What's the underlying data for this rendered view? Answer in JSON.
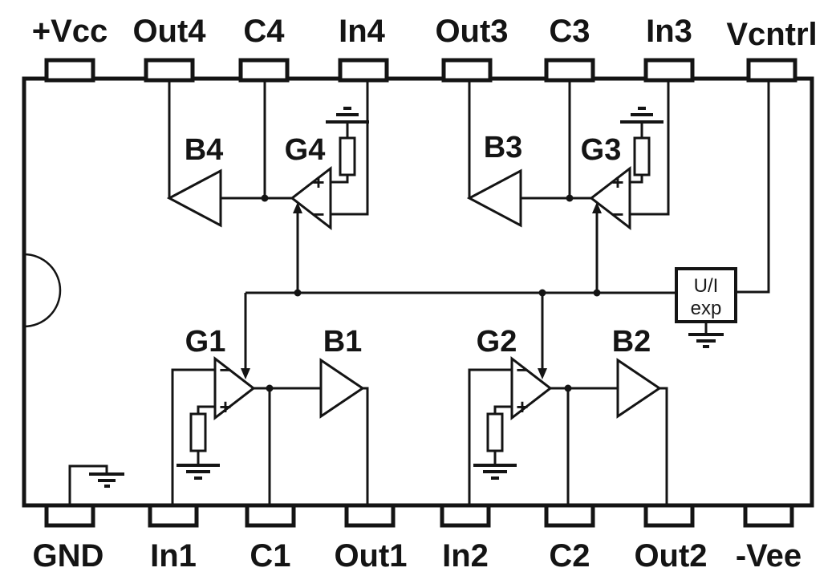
{
  "palette": {
    "ink": "#141414",
    "paper": "#ffffff"
  },
  "pins": {
    "top": [
      {
        "label": "+Vcc"
      },
      {
        "label": "Out4"
      },
      {
        "label": "C4"
      },
      {
        "label": "In4"
      },
      {
        "label": "Out3"
      },
      {
        "label": "C3"
      },
      {
        "label": "In3"
      },
      {
        "label": "Vcntrl"
      }
    ],
    "bottom": [
      {
        "label": "GND"
      },
      {
        "label": "In1"
      },
      {
        "label": "C1"
      },
      {
        "label": "Out1"
      },
      {
        "label": "In2"
      },
      {
        "label": "C2"
      },
      {
        "label": "Out2"
      },
      {
        "label": "-Vee"
      }
    ]
  },
  "amplifiers": {
    "b4": "B4",
    "g4": "G4",
    "b3": "B3",
    "g3": "G3",
    "g1": "G1",
    "b1": "B1",
    "g2": "G2",
    "b2": "B2"
  },
  "converter": {
    "line1": "U/I",
    "line2": "exp"
  },
  "signs": {
    "plus": "+",
    "minus": "−"
  }
}
